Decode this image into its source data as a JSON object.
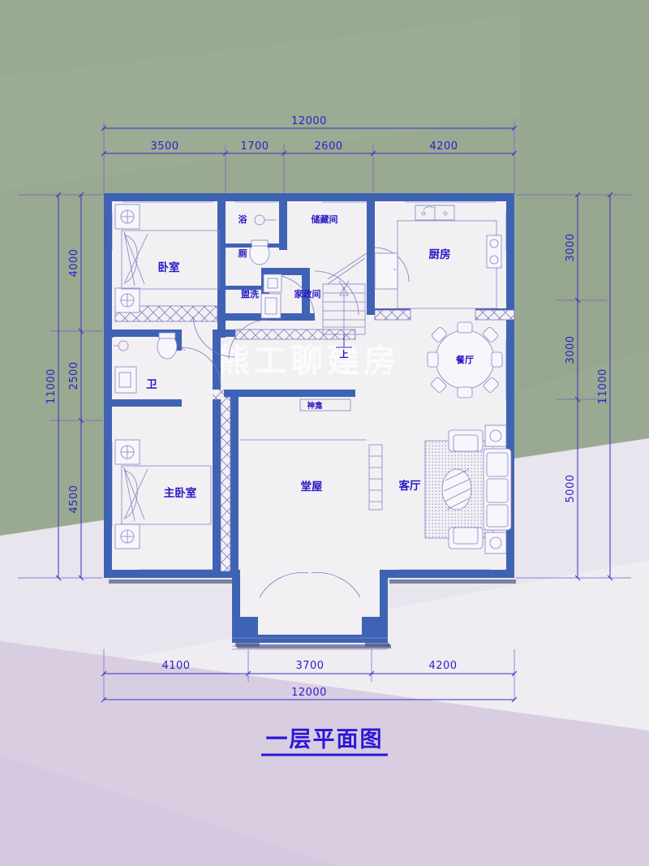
{
  "drawing": {
    "title": "一层平面图",
    "watermark": "熊工聊建房",
    "accent_color": "#2d16d8",
    "wall_color": "#3f63b4",
    "floor_color": "#f2f0f3"
  },
  "dimensions": {
    "top_total": "12000",
    "top_segments": [
      "3500",
      "1700",
      "2600",
      "4200"
    ],
    "bottom_total": "12000",
    "bottom_segments": [
      "4100",
      "3700",
      "4200"
    ],
    "left_total": "11000",
    "left_segments": [
      "4000",
      "2500",
      "4500"
    ],
    "right_total": "11000",
    "right_segments": [
      "3000",
      "3000",
      "5000"
    ]
  },
  "rooms": [
    {
      "id": "bedroom",
      "label": "卧室"
    },
    {
      "id": "bath",
      "label": "浴"
    },
    {
      "id": "toilet",
      "label": "厕"
    },
    {
      "id": "washroom",
      "label": "盥洗"
    },
    {
      "id": "utility",
      "label": "家政间"
    },
    {
      "id": "storage",
      "label": "储藏间"
    },
    {
      "id": "kitchen",
      "label": "厨房"
    },
    {
      "id": "dining",
      "label": "餐厅"
    },
    {
      "id": "living",
      "label": "客厅"
    },
    {
      "id": "hall",
      "label": "堂屋"
    },
    {
      "id": "shrine",
      "label": "神龛"
    },
    {
      "id": "master",
      "label": "主卧室"
    },
    {
      "id": "bathroom2",
      "label": "卫"
    }
  ],
  "annotations": {
    "stair_up": "上"
  }
}
